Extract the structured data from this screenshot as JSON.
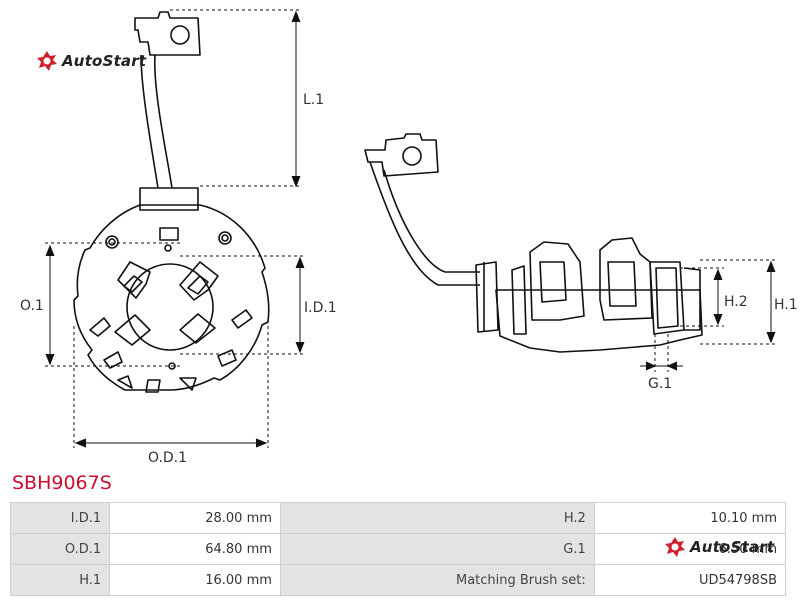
{
  "brand": {
    "name": "AutoStart",
    "accent": "#d0202e"
  },
  "part_number": "SBH9067S",
  "dimension_labels": {
    "l1": "L.1",
    "o1": "O.1",
    "id1": "I.D.1",
    "od1": "O.D.1",
    "h1": "H.1",
    "h2": "H.2",
    "g1": "G.1"
  },
  "specs": {
    "rows": [
      {
        "label_a": "I.D.1",
        "value_a": "28.00 mm",
        "label_b": "H.2",
        "value_b": "10.10 mm"
      },
      {
        "label_a": "O.D.1",
        "value_a": "64.80 mm",
        "label_b": "G.1",
        "value_b": "6.50 mm"
      },
      {
        "label_a": "H.1",
        "value_a": "16.00 mm",
        "label_b": "Matching Brush set:",
        "value_b": "UD54798SB"
      }
    ]
  }
}
